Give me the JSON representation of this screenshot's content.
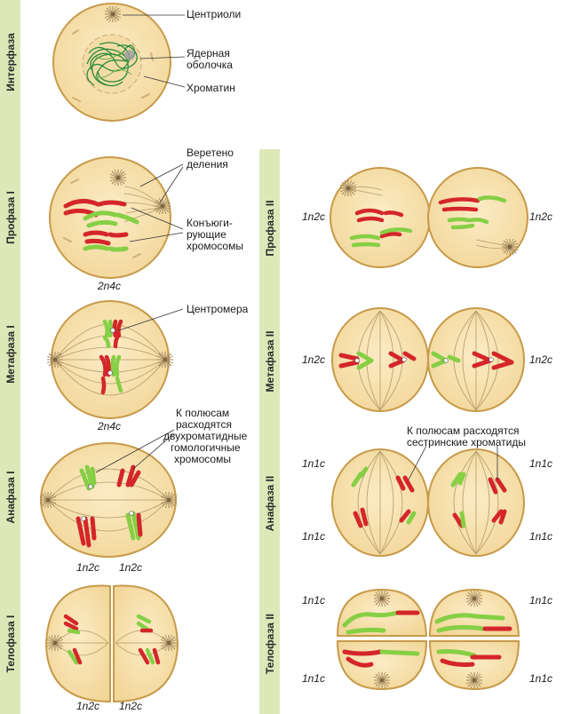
{
  "phases": {
    "interphase": "Интерфаза",
    "prophase1": "Профаза I",
    "metaphase1": "Метафаза I",
    "anaphase1": "Анафаза I",
    "telophase1": "Телофаза I",
    "prophase2": "Профаза II",
    "metaphase2": "Метафаза II",
    "anaphase2": "Анафаза II",
    "telophase2": "Телофаза II"
  },
  "labels": {
    "centrioles": "Центриоли",
    "nuclear_envelope_1": "Ядерная",
    "nuclear_envelope_2": "оболочка",
    "chromatin": "Хроматин",
    "spindle_1": "Веретено",
    "spindle_2": "деления",
    "conjugating_1": "Конъюги-",
    "conjugating_2": "рующие",
    "conjugating_3": "хромосомы",
    "centromere": "Центромера",
    "anaphase1_note_1": "К полюсам",
    "anaphase1_note_2": "расходятся",
    "anaphase1_note_3": "двухроматидные",
    "anaphase1_note_4": "гомологичные",
    "anaphase1_note_5": "хромосомы",
    "anaphase2_note_1": "К полюсам расходятся",
    "anaphase2_note_2": "сестринские хроматиды"
  },
  "formulas": {
    "prophase1": "2n4c",
    "metaphase1": "2n4c",
    "anaphase1_left": "1n2c",
    "anaphase1_right": "1n2c",
    "telophase1_left": "1n2c",
    "telophase1_right": "1n2c",
    "prophase2_left": "1n2c",
    "prophase2_right": "1n2c",
    "metaphase2_left": "1n2c",
    "metaphase2_right": "1n2c",
    "anaphase2_tl": "1n1c",
    "anaphase2_tr": "1n1c",
    "anaphase2_bl": "1n1c",
    "anaphase2_br": "1n1c",
    "telophase2_tl": "1n1c",
    "telophase2_tr": "1n1c",
    "telophase2_bl": "1n1c",
    "telophase2_br": "1n1c"
  },
  "colors": {
    "cell_fill": "#f7e2ad",
    "cell_stroke": "#c79a4a",
    "band": "#dde8b8",
    "chrom_red": "#d4262a",
    "chrom_green": "#86cf45",
    "spindle": "#b59a6a"
  }
}
